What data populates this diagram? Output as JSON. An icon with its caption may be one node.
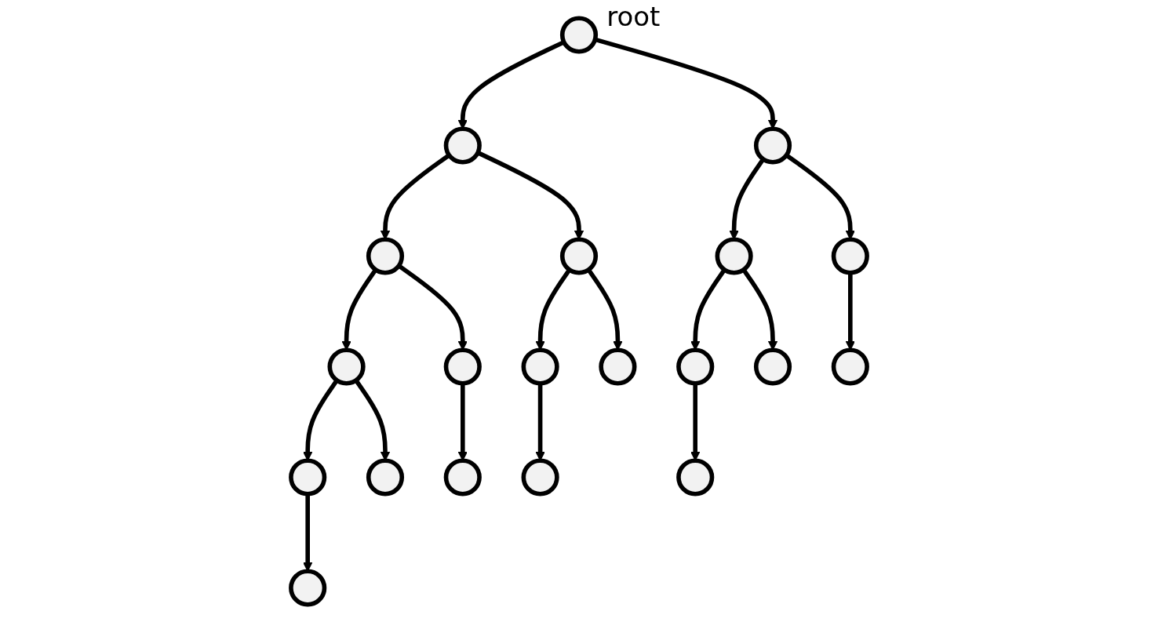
{
  "diagram": {
    "nodes": [
      {
        "text": [],
        "shape": "circle",
        "beside": [
          "root"
        ]
      },
      {
        "text": [],
        "shape": "circle"
      },
      {
        "text": [],
        "shape": "circle"
      },
      {
        "text": [],
        "shape": "circle"
      },
      {
        "text": [],
        "shape": "circle"
      },
      {
        "text": [],
        "shape": "circle"
      },
      {
        "text": [],
        "shape": "circle"
      },
      {
        "text": [],
        "shape": "circle"
      },
      {
        "text": [],
        "shape": "circle"
      },
      {
        "text": [],
        "shape": "circle"
      },
      {
        "text": [],
        "shape": "circle"
      },
      {
        "text": [],
        "shape": "circle"
      },
      {
        "text": [],
        "shape": "circle"
      },
      {
        "text": [],
        "shape": "circle"
      },
      {
        "text": [],
        "shape": "circle"
      },
      {
        "text": [],
        "shape": "circle"
      },
      {
        "text": [],
        "shape": "circle"
      },
      {
        "text": [],
        "shape": "circle"
      },
      {
        "text": [],
        "shape": "circle"
      },
      {
        "text": [],
        "shape": "circle"
      }
    ],
    "edges": [
      {
        "from": 0,
        "to": 1,
        "arrow": "to"
      },
      {
        "from": 0,
        "to": 2,
        "arrow": "to"
      },
      {
        "from": 1,
        "to": 3,
        "arrow": "to"
      },
      {
        "from": 1,
        "to": 4,
        "arrow": "to"
      },
      {
        "from": 2,
        "to": 5,
        "arrow": "to"
      },
      {
        "from": 2,
        "to": 6,
        "arrow": "to"
      },
      {
        "from": 3,
        "to": 7,
        "arrow": "to"
      },
      {
        "from": 3,
        "to": 8,
        "arrow": "to"
      },
      {
        "from": 4,
        "to": 9,
        "arrow": "to"
      },
      {
        "from": 4,
        "to": 10,
        "arrow": "to"
      },
      {
        "from": 5,
        "to": 11,
        "arrow": "to"
      },
      {
        "from": 5,
        "to": 12,
        "arrow": "to"
      },
      {
        "from": 6,
        "to": 13,
        "arrow": "to"
      },
      {
        "from": 7,
        "to": 14,
        "arrow": "to"
      },
      {
        "from": 7,
        "to": 15,
        "arrow": "to"
      },
      {
        "from": 8,
        "to": 16,
        "arrow": "to"
      },
      {
        "from": 9,
        "to": 17,
        "arrow": "to"
      },
      {
        "from": 11,
        "to": 18,
        "arrow": "to"
      },
      {
        "from": 14,
        "to": 19,
        "arrow": "to"
      }
    ]
  }
}
